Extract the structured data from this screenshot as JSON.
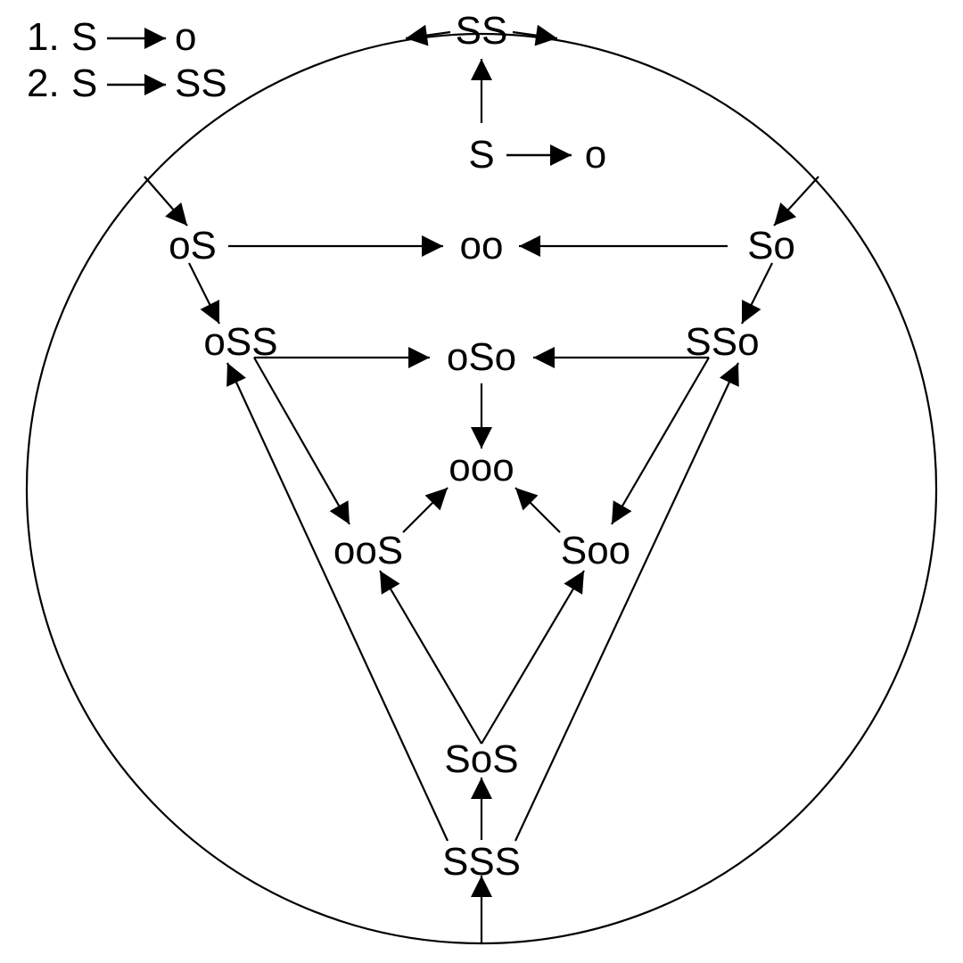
{
  "rules": [
    {
      "number": "1.",
      "lhs": "S",
      "rhs": "o"
    },
    {
      "number": "2.",
      "lhs": "S",
      "rhs": "SS"
    }
  ],
  "nodes": {
    "SS": "SS",
    "S": "S",
    "o_top": "o",
    "oS": "oS",
    "oo": "oo",
    "So": "So",
    "oSS": "oSS",
    "oSo": "oSo",
    "SSo": "SSo",
    "ooo": "ooo",
    "ooS": "ooS",
    "Soo": "Soo",
    "SoS": "SoS",
    "SSS": "SSS"
  },
  "colors": {
    "ink": "#000000",
    "background": "#ffffff"
  }
}
